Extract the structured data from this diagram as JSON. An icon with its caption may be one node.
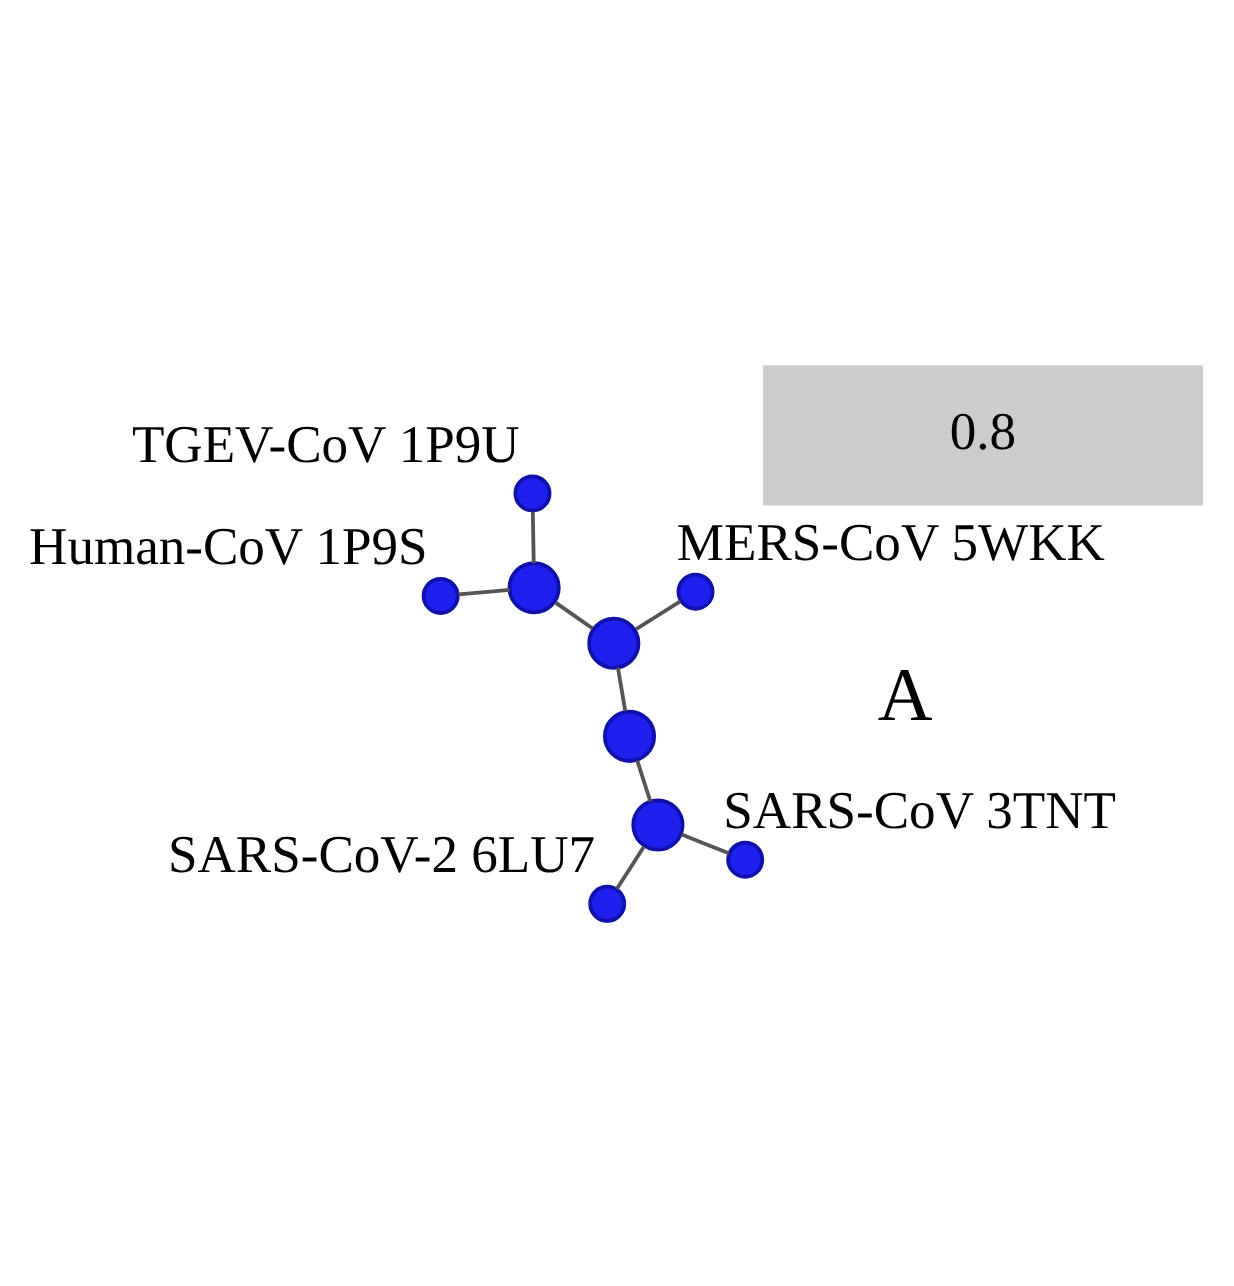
{
  "diagram": {
    "nodes": [
      {
        "text": [],
        "shape": "circle",
        "beside": [
          "Human-CoV 1P9S"
        ]
      },
      {
        "text": [],
        "shape": "circle",
        "beside": [
          "MERS-CoV 5WKK"
        ]
      },
      {
        "text": [],
        "shape": "circle"
      },
      {
        "text": [],
        "shape": "circle"
      },
      {
        "text": [],
        "shape": "circle",
        "beside": [
          "TGEV-CoV 1P9U"
        ]
      },
      {
        "text": [],
        "shape": "circle"
      },
      {
        "text": [],
        "shape": "circle"
      },
      {
        "text": [],
        "shape": "circle",
        "beside": [
          "SARS-CoV 3TNT"
        ]
      },
      {
        "text": [],
        "shape": "circle",
        "beside": [
          "SARS-CoV-2 6LU7"
        ]
      }
    ],
    "edges": [
      {
        "from": 2,
        "to": 0,
        "arrow": "none"
      },
      {
        "from": 2,
        "to": 4,
        "arrow": "none"
      },
      {
        "from": 2,
        "to": 3,
        "arrow": "none"
      },
      {
        "from": 3,
        "to": 1,
        "arrow": "none"
      },
      {
        "from": 3,
        "to": 5,
        "arrow": "none"
      },
      {
        "from": 5,
        "to": 6,
        "arrow": "none"
      },
      {
        "from": 6,
        "to": 7,
        "arrow": "none"
      },
      {
        "from": 6,
        "to": 8,
        "arrow": "none"
      }
    ],
    "labels": [
      "A",
      "0.8"
    ]
  }
}
